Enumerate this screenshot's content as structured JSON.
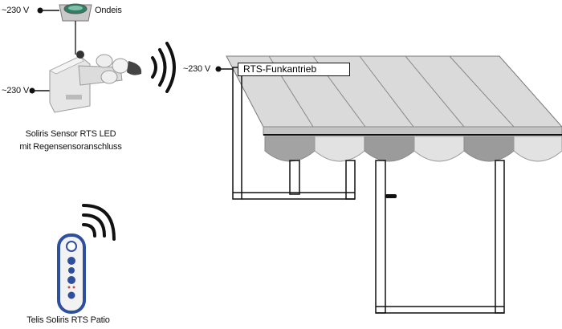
{
  "labels": {
    "voltage_top": "~230 V",
    "ondeis": "Ondeis",
    "voltage_sensor": "~230 V",
    "sensor_line1": "Soliris Sensor RTS LED",
    "sensor_line2": "mit Regensensoranschluss",
    "voltage_drive": "~230 V",
    "drive_box": "RTS-Funkantrieb",
    "remote": "Telis Soliris RTS Patio"
  },
  "icons": [
    "rain-sensor-icon",
    "sun-wind-sensor-icon",
    "radio-waves-icon",
    "remote-control-icon",
    "awning-icon"
  ],
  "colors": {
    "line": "#111111",
    "awning_light": "#dcdcdc",
    "awning_dark": "#9a9a9a",
    "remote_blue": "#2d4f9e"
  }
}
